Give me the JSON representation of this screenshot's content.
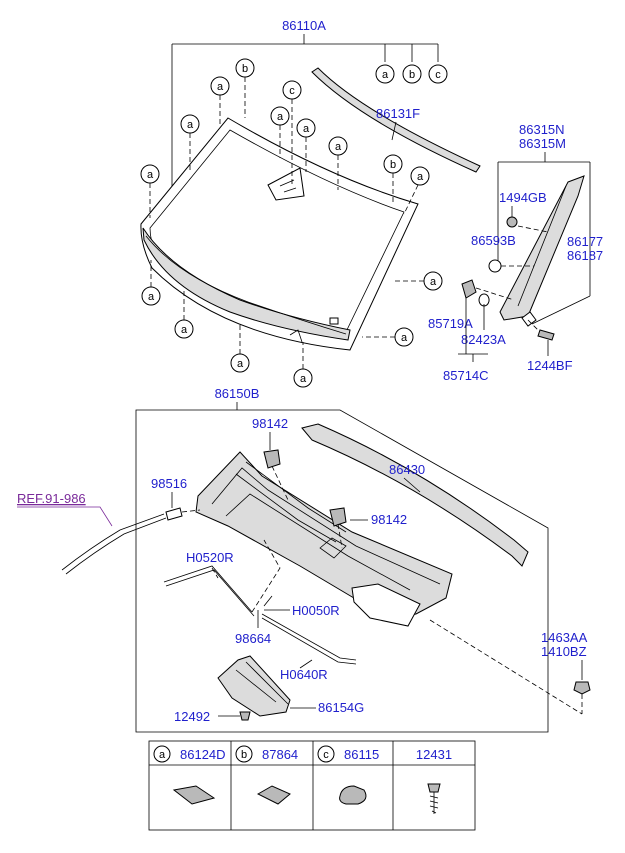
{
  "labels": {
    "windshield_assy": "86110A",
    "moulding": "86131F",
    "pillar_trim_lh": "86315N",
    "pillar_trim_rh": "86315M",
    "trim_nut": "1494GB",
    "trim_clip": "86593B",
    "trim_extension_1": "86177",
    "trim_extension_2": "86187",
    "rivet": "85719A",
    "clip_washer": "82423A",
    "clip_set": "85714C",
    "trim_bolt": "1244BF",
    "cowl_assy": "86150B",
    "nozzle_top": "98142",
    "nozzle_bottom": "98142",
    "check_valve": "98516",
    "ref_label": "REF.91-986",
    "weatherstrip": "86430",
    "hose_1": "H0520R",
    "hose_2": "H0050R",
    "connector": "98664",
    "hose_3": "H0640R",
    "cover": "86154G",
    "fastener": "12492",
    "bolt_1": "1463AA",
    "bolt_2": "1410BZ"
  },
  "callouts": {
    "a": "a",
    "b": "b",
    "c": "c"
  },
  "legend": {
    "items": [
      {
        "letter": "a",
        "code": "86124D",
        "icon": "spacer-block-icon"
      },
      {
        "letter": "b",
        "code": "87864",
        "icon": "clip-tab-icon"
      },
      {
        "letter": "c",
        "code": "86115",
        "icon": "pad-icon"
      },
      {
        "letter": "",
        "code": "12431",
        "icon": "screw-icon"
      }
    ]
  }
}
